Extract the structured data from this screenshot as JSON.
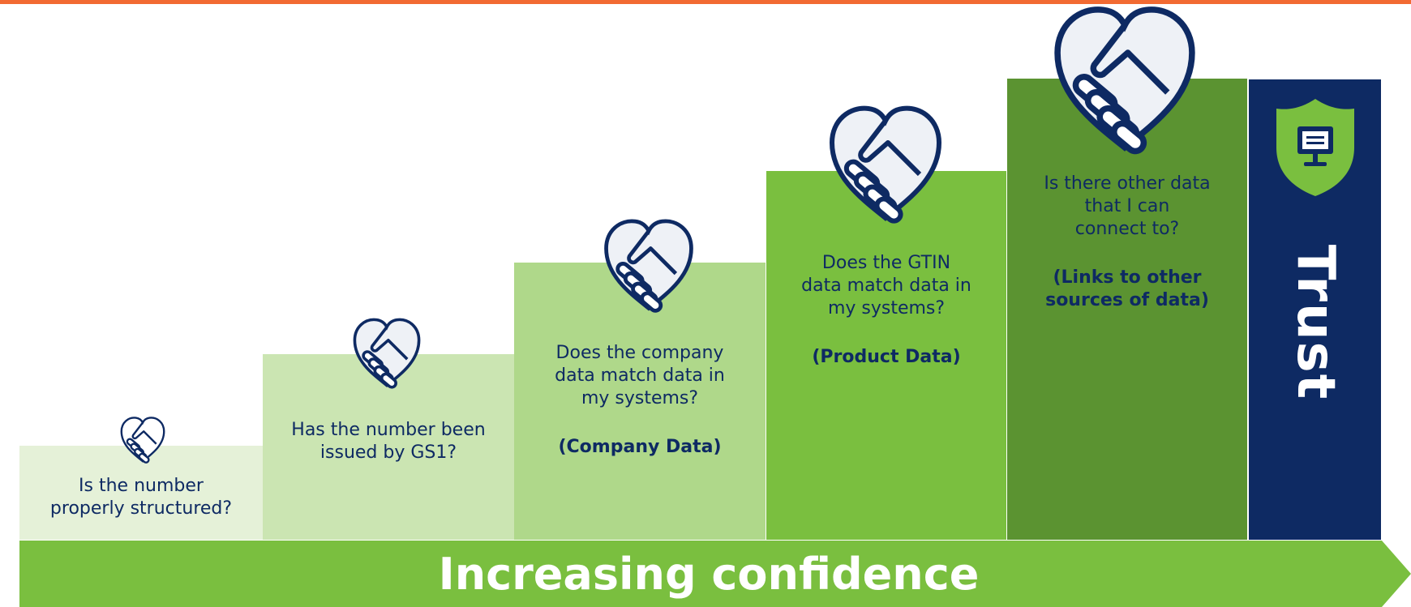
{
  "colors": {
    "top_bar": "#f26a32",
    "step_1": "#e5f1d8",
    "step_2": "#cbe5b2",
    "step_3": "#afd88a",
    "step_4": "#7abf3f",
    "step_5": "#5b9331",
    "trust_bg": "#0e2a63",
    "arrow": "#7abf3f",
    "text": "#0e2a63"
  },
  "steps": [
    {
      "question": "Is the number\nproperly structured?",
      "subtitle": "",
      "icon": "handshake-heart-icon"
    },
    {
      "question": "Has the number been\nissued by GS1?",
      "subtitle": "",
      "icon": "handshake-heart-icon"
    },
    {
      "question": "Does the company\ndata match data in\nmy systems?",
      "subtitle": "(Company Data)",
      "icon": "handshake-heart-icon"
    },
    {
      "question": "Does the GTIN\ndata match data in\nmy systems?",
      "subtitle": "(Product Data)",
      "icon": "handshake-heart-icon"
    },
    {
      "question": "Is there other data\nthat I can\nconnect to?",
      "subtitle": "(Links to other\nsources of data)",
      "icon": "handshake-heart-icon"
    }
  ],
  "trust": {
    "label": "Trust",
    "icon": "shield-monitor-icon"
  },
  "arrow": {
    "label": "Increasing confidence"
  }
}
